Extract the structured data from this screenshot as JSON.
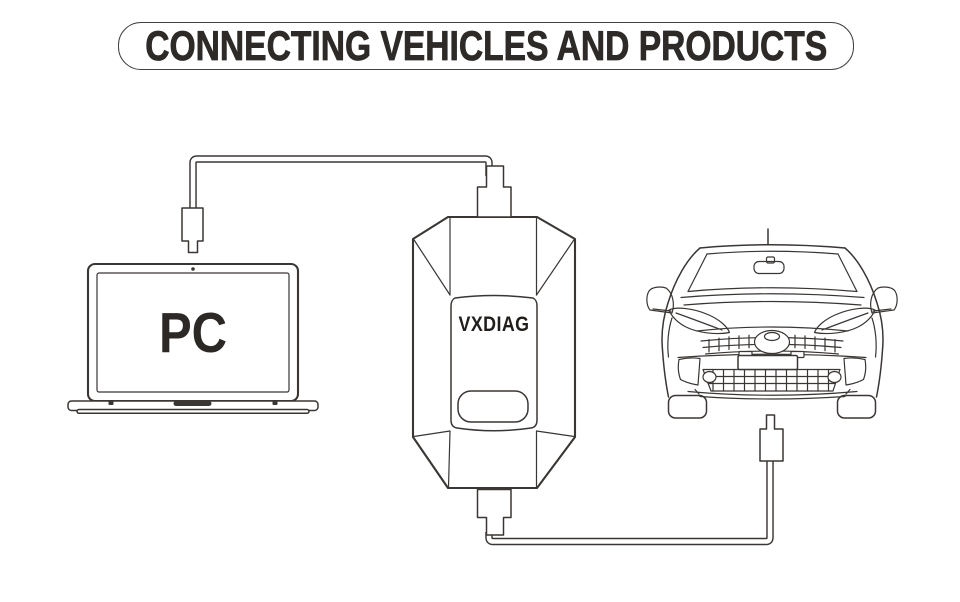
{
  "title": {
    "label": "CONNECTING VEHICLES AND PRODUCTS"
  },
  "diagram": {
    "nodes": [
      {
        "id": "pc",
        "label": "PC",
        "type": "laptop"
      },
      {
        "id": "vxdiag",
        "label": "VXDIAG",
        "type": "diagnostic-interface-device"
      },
      {
        "id": "vehicle",
        "label": "",
        "type": "car-front-view"
      }
    ],
    "connections": [
      {
        "from": "pc",
        "to": "vxdiag",
        "via": "usb-cable"
      },
      {
        "from": "vxdiag",
        "to": "vehicle",
        "via": "obd-cable"
      }
    ]
  },
  "colors": {
    "background": "#ffffff",
    "line": "#3a3634",
    "title_text": "#2d2a28",
    "logo_text": "#201d1b"
  }
}
